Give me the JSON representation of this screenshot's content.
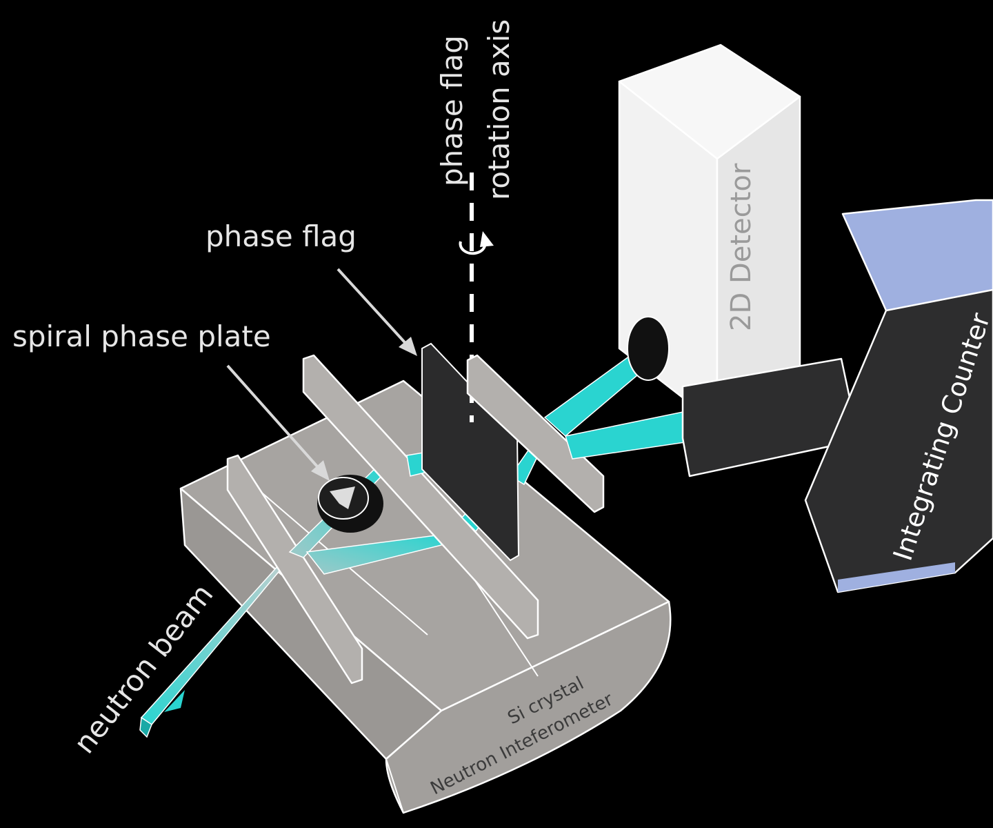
{
  "labels": {
    "phase_flag": "phase flag",
    "spiral_phase_plate": "spiral phase plate",
    "rotation_axis_line1": "phase flag",
    "rotation_axis_line2": "rotation axis",
    "detector_2d": "2D Detector",
    "integrating_counter": "Integrating Counter",
    "neutron_beam": "neutron beam",
    "interferometer_line1": "Si crystal",
    "interferometer_line2": "Neutron Inteferometer"
  },
  "colors": {
    "background": "#000000",
    "crystal": "#a7a4a1",
    "crystal_dark": "#8f8c89",
    "blade": "#b3b0ad",
    "beam": "#2ad4d0",
    "beam_side": "#19a7a4",
    "phase_flag": "#2b2b2c",
    "detector_2d": "#f2f2f2",
    "counter_body": "#2d2d2e",
    "counter_cap": "#9fb0e0",
    "label": "#e6e6e6"
  }
}
